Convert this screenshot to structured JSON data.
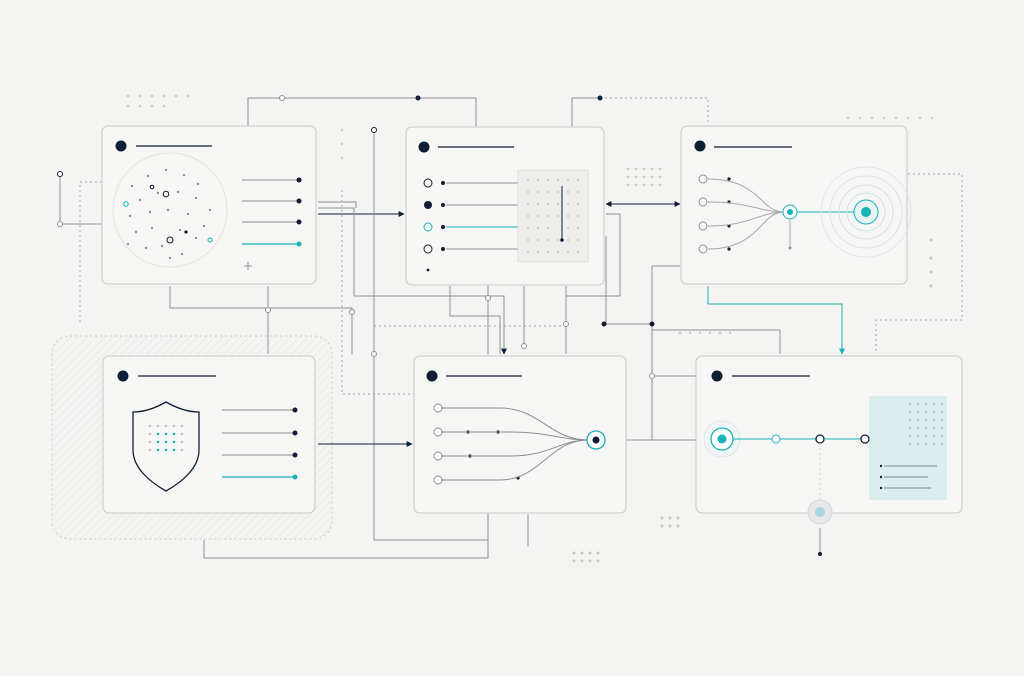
{
  "theme": {
    "background": "#f4f4f3",
    "panel_fill": "#f6f6f5",
    "panel_border": "#c9c9c6",
    "line": "#8b8f97",
    "line_light": "#b5b8bd",
    "dot_dark": "#0f1e35",
    "accent": "#17b3b5",
    "accent_soft": "#d3ecee"
  },
  "panels": [
    {
      "name": "node-cluster-panel",
      "icon": "scatter-cluster-icon",
      "rows": 4,
      "highlight_row": 3
    },
    {
      "name": "selector-list-panel",
      "icon": "radio-list-icon",
      "rows": 4,
      "highlight_row": 2
    },
    {
      "name": "target-signal-panel",
      "icon": "target-icon",
      "rows": 4,
      "highlight_row": null
    },
    {
      "name": "shield-security-panel",
      "icon": "shield-icon",
      "rows": 4,
      "highlight_row": 3
    },
    {
      "name": "merge-router-panel",
      "icon": "merge-branch-icon",
      "rows": 4,
      "highlight_row": null
    },
    {
      "name": "output-pipeline-panel",
      "icon": "pipeline-icon",
      "rows": 3,
      "highlight_row": null
    }
  ]
}
